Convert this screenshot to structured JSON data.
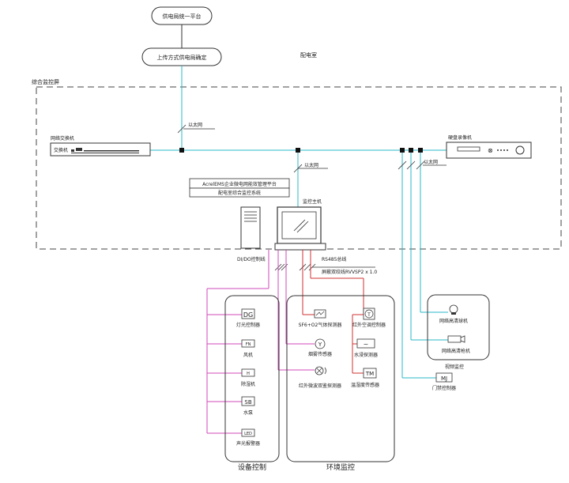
{
  "top": {
    "platform": "供电局统一平台",
    "upload": "上传方式供电局确定"
  },
  "labels": {
    "room": "配电室",
    "zone": "综合监控屏",
    "switch_title": "网络交换机",
    "switch_inner": "交换机",
    "ethernet_top": "以太网",
    "ethernet_mid": "以太网",
    "ethernet_right": "以太网",
    "nvr": "硬盘录像机",
    "platform_line1": "AcrelEMS企业微电网能效管理平台",
    "platform_line2": "配电室综合监控系统",
    "host": "监控主机",
    "di_do": "DI/DO控制线",
    "rs485": "RS485总线",
    "shield": "屏蔽双绞线RVVSP2 x 1.0"
  },
  "device_control": {
    "title": "设备控制",
    "items": [
      {
        "code": "DG",
        "name": "灯光控制器"
      },
      {
        "code": "FN",
        "name": "风机"
      },
      {
        "code": "H",
        "name": "除湿机"
      },
      {
        "code": "SB",
        "name": "水泵"
      },
      {
        "code": "LED",
        "name": "声光报警器"
      }
    ]
  },
  "env_monitor": {
    "title": "环境监控",
    "items": [
      {
        "code": "",
        "name": "SF6+O2气体探测器"
      },
      {
        "code": "T",
        "name": "红外空调控制器"
      },
      {
        "code": "Y",
        "name": "烟雾传感器"
      },
      {
        "code": "~",
        "name": "水浸探测器"
      },
      {
        "code": "TM",
        "name": "温湿度传感器"
      },
      {
        "code": "",
        "name": "红外微波双鉴探测器"
      }
    ]
  },
  "video": {
    "dome": "网络高清球机",
    "gun": "网络高清枪机",
    "label": "视频监控",
    "door_code": "MJ",
    "door": "门禁控制器"
  }
}
